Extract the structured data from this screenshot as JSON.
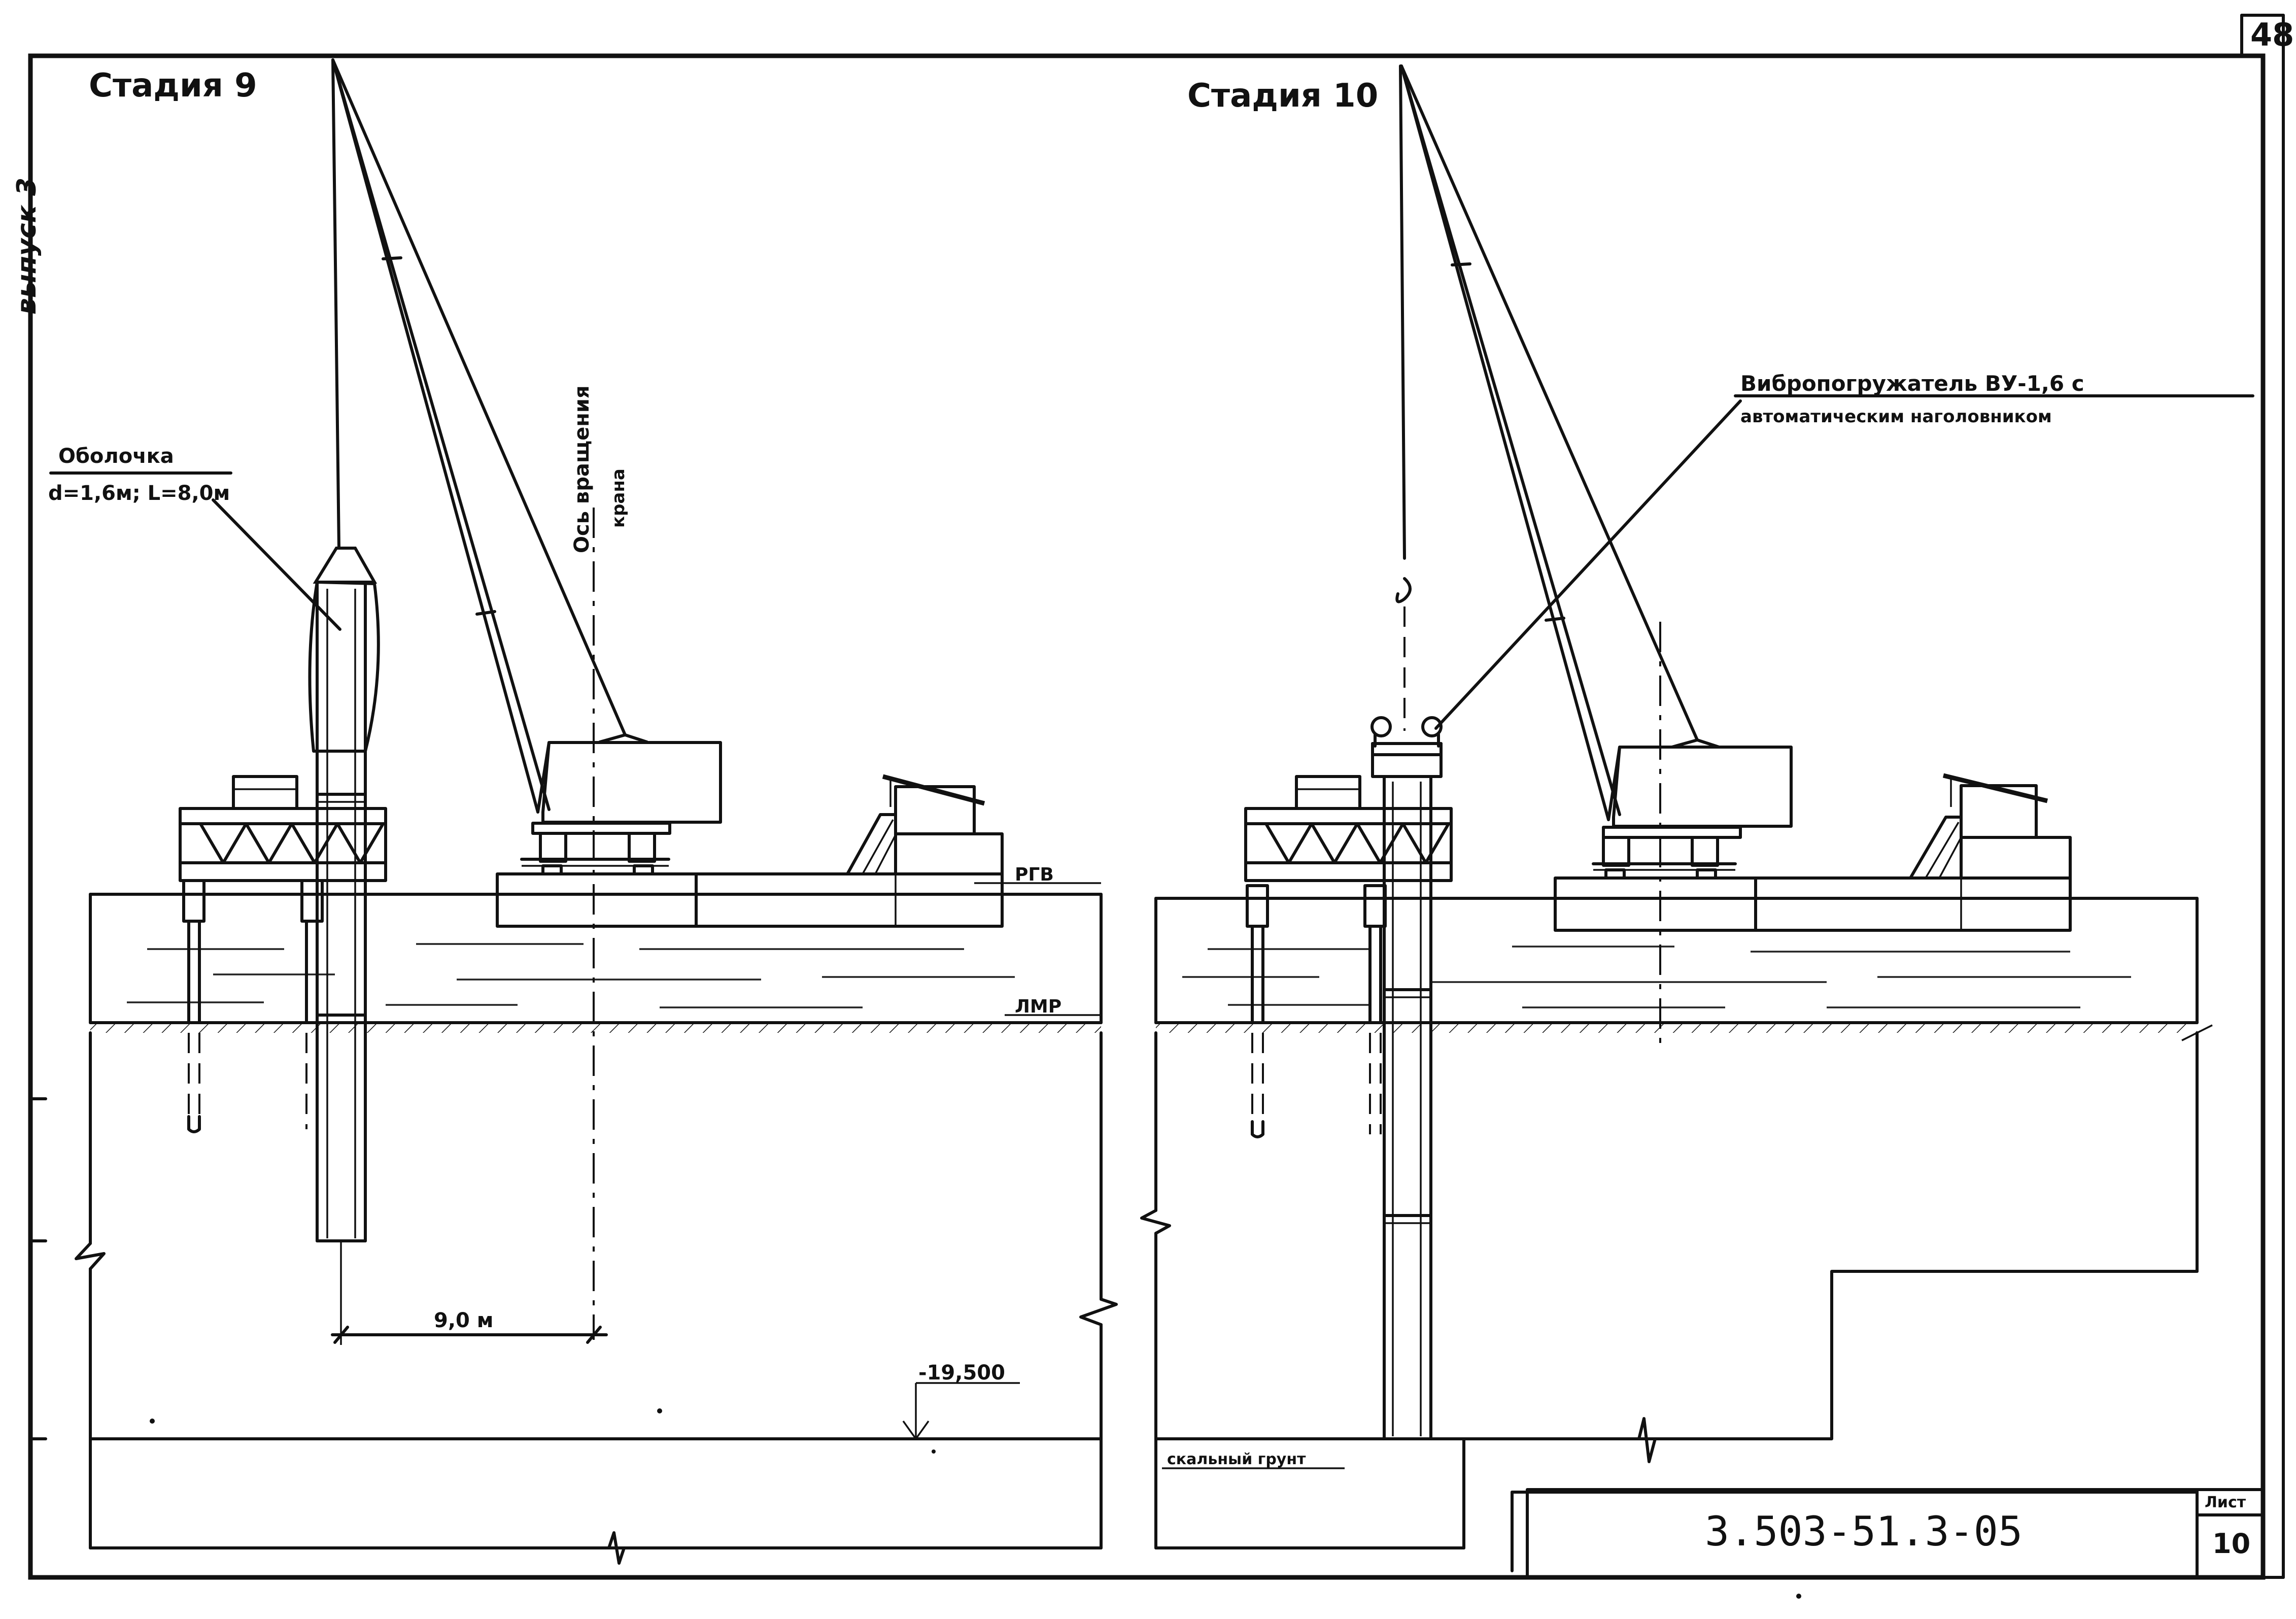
{
  "sheet_number": "48",
  "side_label": "выпуск 3",
  "stage9": {
    "title": "Стадия 9",
    "shell_label_line1": "Оболочка",
    "shell_label_line2": "d=1,6м; L=8,0м",
    "crane_axis_line1": "Ось вращения",
    "crane_axis_line2": "крана",
    "water_level_label": "РГВ",
    "low_level_label": "ЛМР",
    "dimension_label": "9,0 м",
    "elevation_label": "-19,500"
  },
  "stage10": {
    "title": "Стадия 10",
    "vibrator_label_line1": "Вибропогружатель ВУ-1,6 с",
    "vibrator_label_line2": "автоматическим наголовником",
    "rock_label": "скальный грунт"
  },
  "title_block": {
    "document_code": "3.503-51.3-05",
    "sheet_label": "Лист",
    "sheet_value": "10"
  }
}
